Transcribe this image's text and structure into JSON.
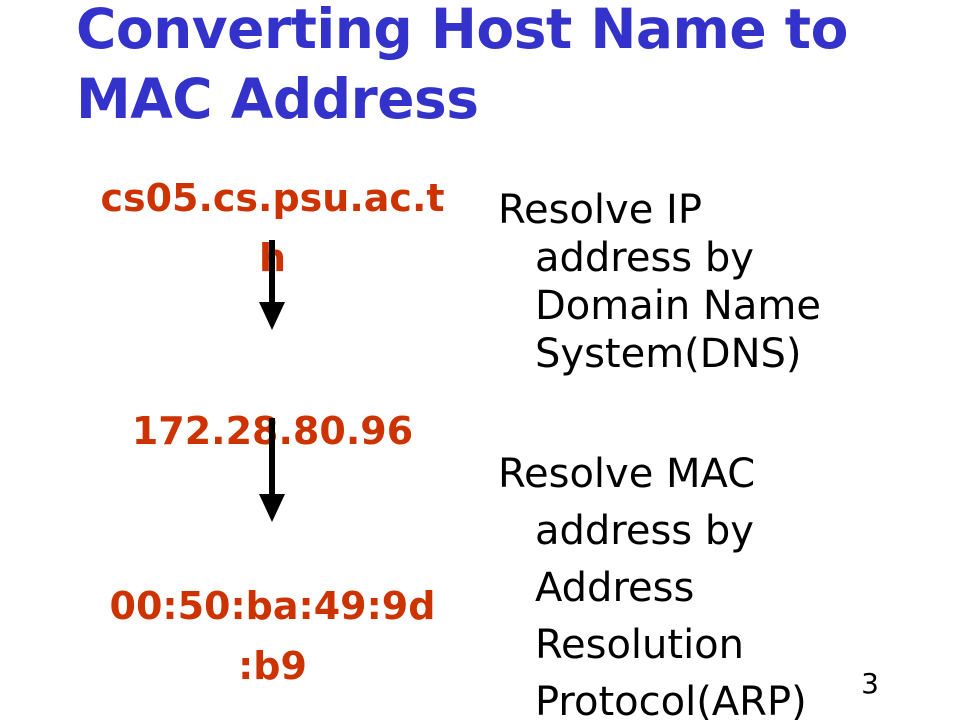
{
  "slide": {
    "title_lines": [
      "Converting Host Name to",
      "MAC Address"
    ],
    "host_name_lines": [
      "cs05.cs.psu.ac.t",
      "h"
    ],
    "ip_address": "172.28.80.96",
    "mac_address_lines": [
      "00:50:ba:49:9d",
      ":b9"
    ],
    "dns_text_lines": [
      "Resolve IP",
      "address by",
      "Domain Name",
      "System(DNS)"
    ],
    "arp_text_lines": [
      "Resolve MAC",
      "address by",
      "Address",
      "Resolution",
      "Protocol(ARP)"
    ],
    "page_number": "3"
  },
  "colors": {
    "title": "#3333cc",
    "address": "#cc3300",
    "body_text": "#000000",
    "arrow": "#000000"
  },
  "icons": [
    "arrow-down-icon",
    "arrow-down-icon"
  ]
}
